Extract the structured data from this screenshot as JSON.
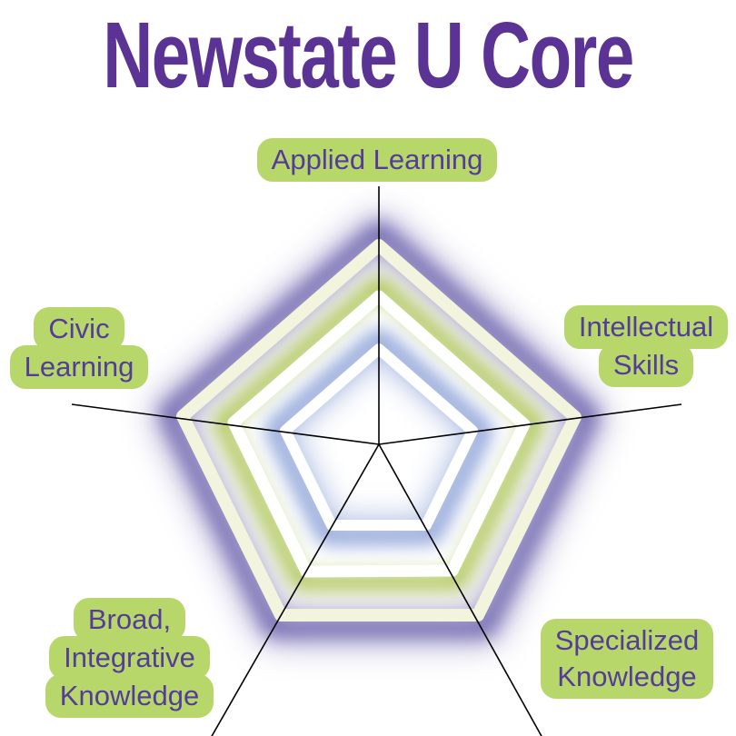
{
  "title": "Newstate U Core",
  "colors": {
    "background": "#ffffff",
    "title_purple": "#5a3394",
    "label_text_purple": "#543c99",
    "pill_green": "#b8d76a",
    "glow_purple": "#6f65ae",
    "glow_green": "#a6c148",
    "glow_blue": "#8aa0d6",
    "ring_cream": "#f3f4de",
    "ring_white": "#ffffff",
    "axis_line": "#000000"
  },
  "chart": {
    "type": "radar-pentagon",
    "ring_count": 3,
    "ring_glow_colors_outer_to_inner": [
      "#6f65ae",
      "#a6c148",
      "#8aa0d6"
    ],
    "axes": [
      {
        "label": "Applied Learning",
        "position": "top",
        "lines": [
          "Applied Learning"
        ]
      },
      {
        "label": "Intellectual Skills",
        "position": "right",
        "lines": [
          "Intellectual",
          "Skills"
        ]
      },
      {
        "label": "Specialized Knowledge",
        "position": "bottom-right",
        "lines": [
          "Specialized",
          "Knowledge"
        ]
      },
      {
        "label": "Broad, Integrative Knowledge",
        "position": "bottom-left",
        "lines": [
          "Broad,",
          "Integrative",
          "Knowledge"
        ]
      },
      {
        "label": "Civic Learning",
        "position": "left",
        "lines": [
          "Civic",
          "Learning"
        ]
      }
    ]
  }
}
